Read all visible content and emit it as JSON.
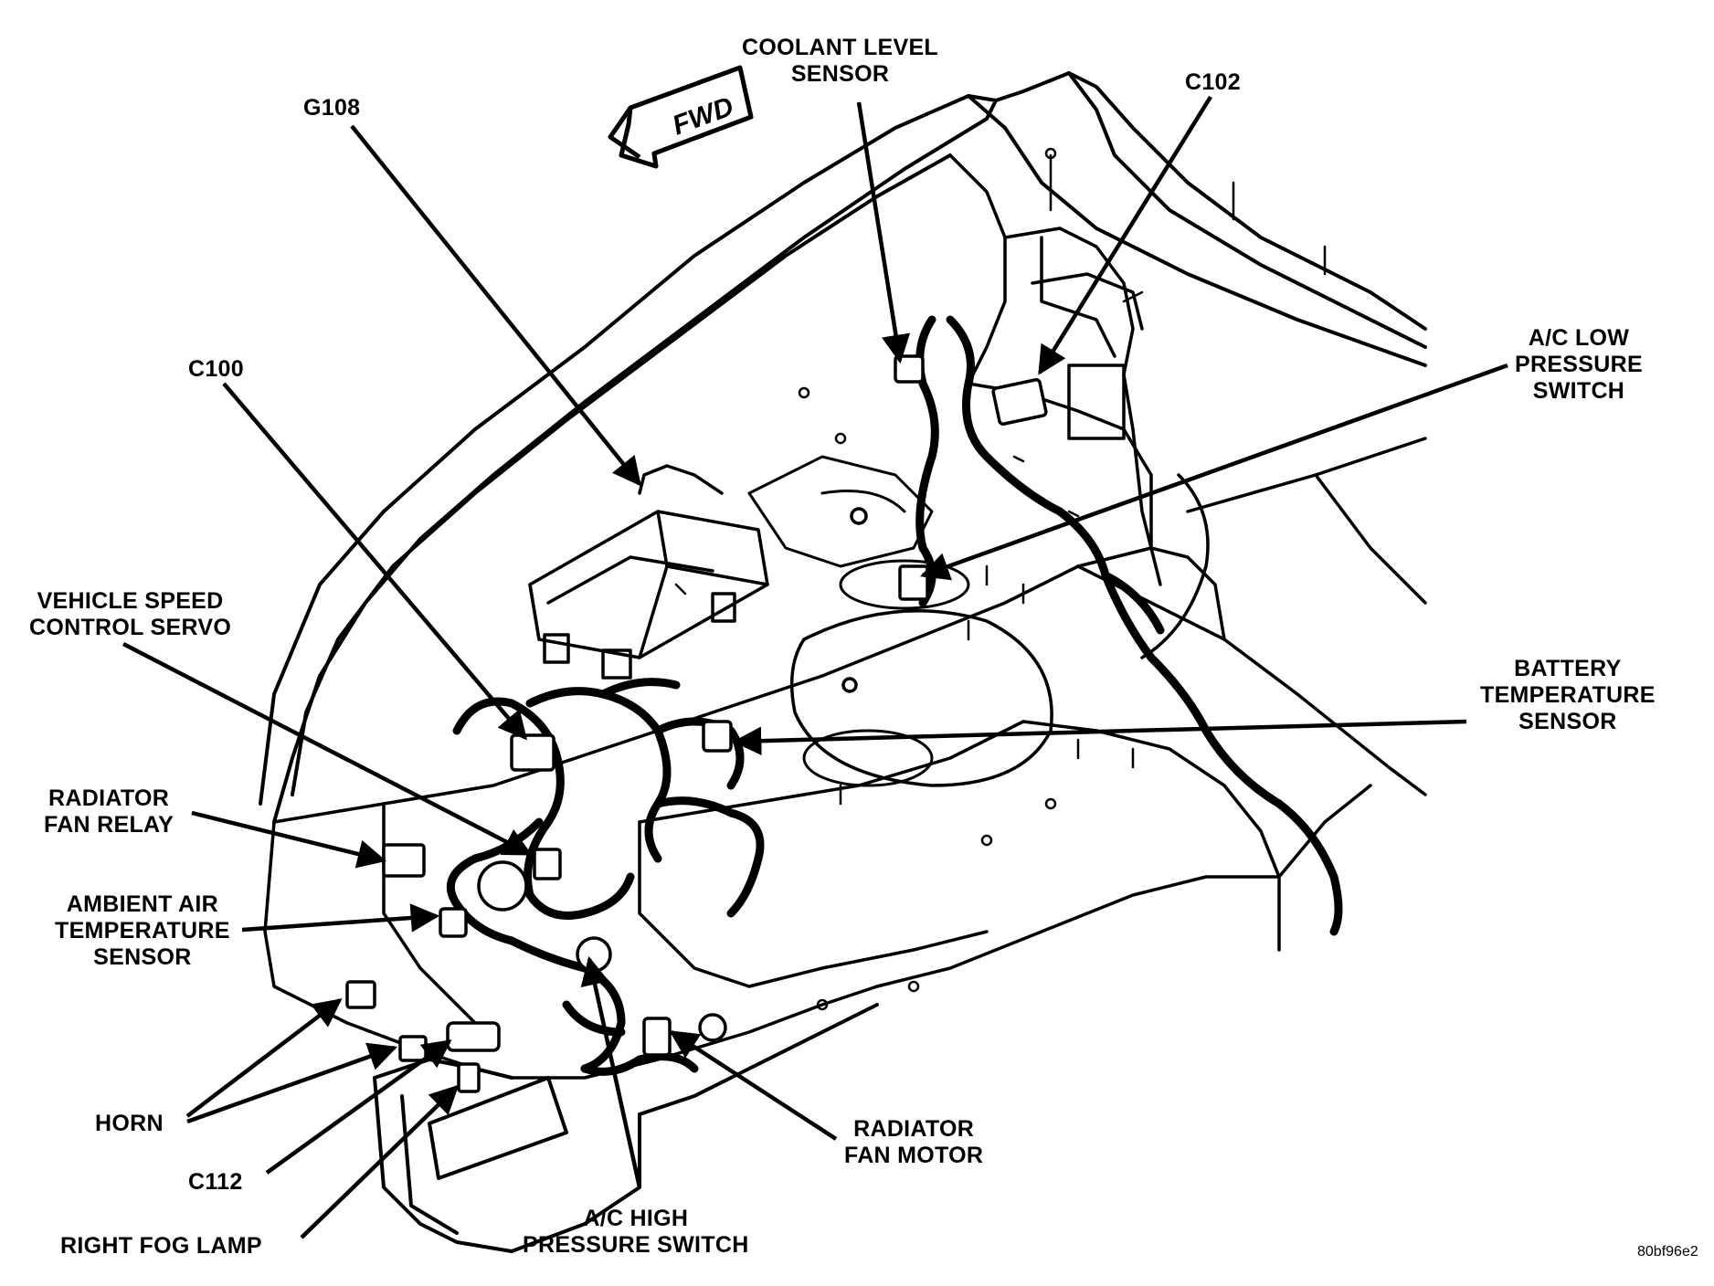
{
  "figure_code": "80bf96e2",
  "direction_arrow": "FWD",
  "labels": {
    "coolant_level_sensor": [
      "COOLANT LEVEL",
      "SENSOR"
    ],
    "c102": [
      "C102"
    ],
    "g108": [
      "G108"
    ],
    "ac_low_pressure_switch": [
      "A/C LOW",
      "PRESSURE",
      "SWITCH"
    ],
    "c100": [
      "C100"
    ],
    "vehicle_speed_control_servo": [
      "VEHICLE SPEED",
      "CONTROL SERVO"
    ],
    "battery_temperature_sensor": [
      "BATTERY",
      "TEMPERATURE",
      "SENSOR"
    ],
    "radiator_fan_relay": [
      "RADIATOR",
      "FAN RELAY"
    ],
    "ambient_air_temperature_sensor": [
      "AMBIENT AIR",
      "TEMPERATURE",
      "SENSOR"
    ],
    "horn": [
      "HORN"
    ],
    "c112": [
      "C112"
    ],
    "right_fog_lamp": [
      "RIGHT FOG LAMP"
    ],
    "ac_high_pressure_switch": [
      "A/C HIGH",
      "PRESSURE SWITCH"
    ],
    "radiator_fan_motor": [
      "RADIATOR",
      "FAN MOTOR"
    ]
  },
  "colors": {
    "ink": "#000000",
    "paper": "#ffffff"
  }
}
